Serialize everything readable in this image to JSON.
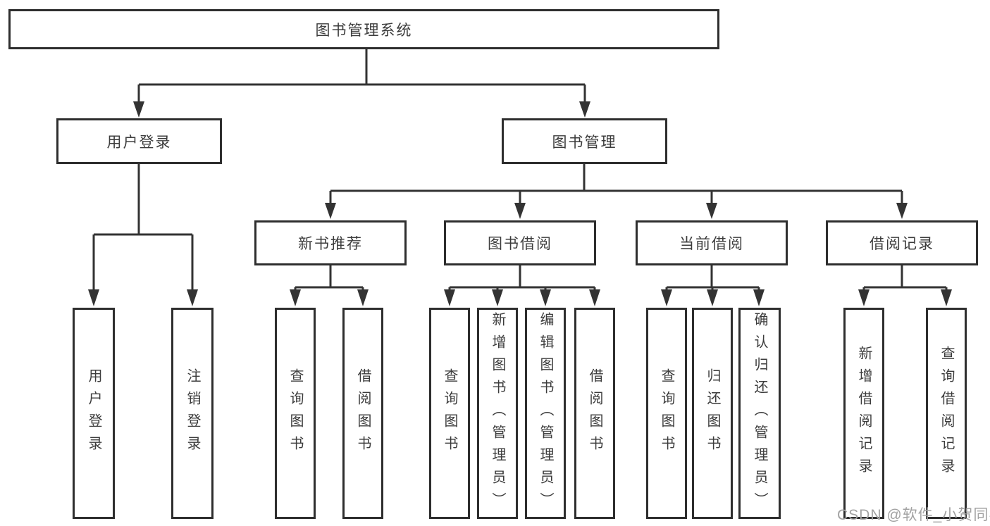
{
  "diagram": {
    "title": "图书管理系统",
    "nodes": {
      "root": "图书管理系统",
      "level2": [
        "用户登录",
        "图书管理"
      ],
      "level3": [
        "新书推荐",
        "图书借阅",
        "当前借阅",
        "借阅记录"
      ],
      "level4": [
        "用户登录",
        "注销登录",
        "查询图书",
        "借阅图书",
        "查询图书",
        "新增图书（管理员）",
        "编辑图书（管理员）",
        "借阅图书",
        "查询图书",
        "归还图书",
        "确认归还（管理员）",
        "新增借阅记录",
        "查询借阅记录"
      ]
    },
    "colors": {
      "line": "#333333",
      "box_border": "#2e2e2e",
      "text": "#3c3c3c",
      "background": "#ffffff",
      "watermark": "#a2a2a2"
    },
    "watermark": "CSDN @软件_小贺同学"
  }
}
